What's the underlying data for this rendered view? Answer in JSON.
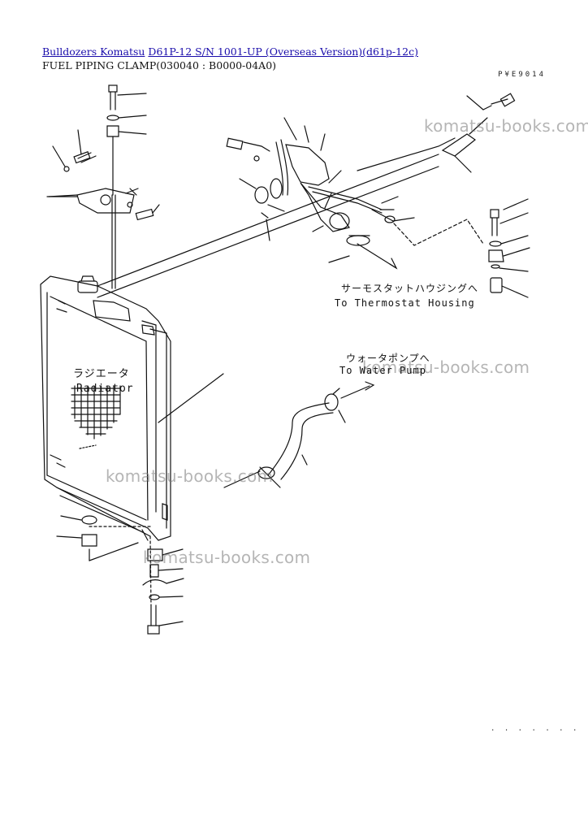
{
  "breadcrumb": {
    "crumb1": "Bulldozers Komatsu",
    "crumb2": "D61P-12 S/N 1001-UP (Overseas Version)(d61p-12c)"
  },
  "title": "FUEL PIPING CLAMP(030040 : B0000-04A0)",
  "diagram": {
    "number": "P¥E9014",
    "footer_code": ". . . . . . .",
    "radiator_label_jp": "ラジエータ",
    "radiator_label_en": "Radiator",
    "thermostat_label_jp": "サーモスタットハウジングへ",
    "thermostat_label_en": "To Thermostat Housing",
    "water_pump_label_jp": "ウォータポンプへ",
    "water_pump_label_en": "To Water Pump"
  },
  "watermark": "komatsu-books.com",
  "colors": {
    "link": "#1a0dab",
    "line": "#111111",
    "watermark": "#8c8c8c"
  }
}
